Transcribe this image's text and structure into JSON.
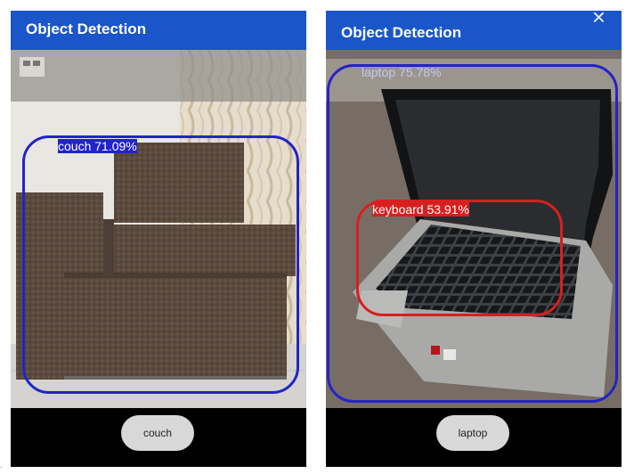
{
  "screens": [
    {
      "title": "Object Detection",
      "detection": {
        "label": "couch 71.09%",
        "box_color": "#2323c8"
      },
      "button_label": "couch"
    },
    {
      "title": "Object Detection",
      "close_glyph": "×",
      "detections": [
        {
          "label": "laptop 75.78%",
          "box_color": "#2323c8"
        },
        {
          "label": "keyboard 53.91%",
          "box_color": "#d81f1f"
        }
      ],
      "button_label": "laptop"
    }
  ],
  "colors": {
    "app_bar": "#1a56c9",
    "button_bg": "#d8d8d8",
    "background_bar": "#000000"
  },
  "icons": [
    "close-icon"
  ],
  "footnote_mark": "."
}
